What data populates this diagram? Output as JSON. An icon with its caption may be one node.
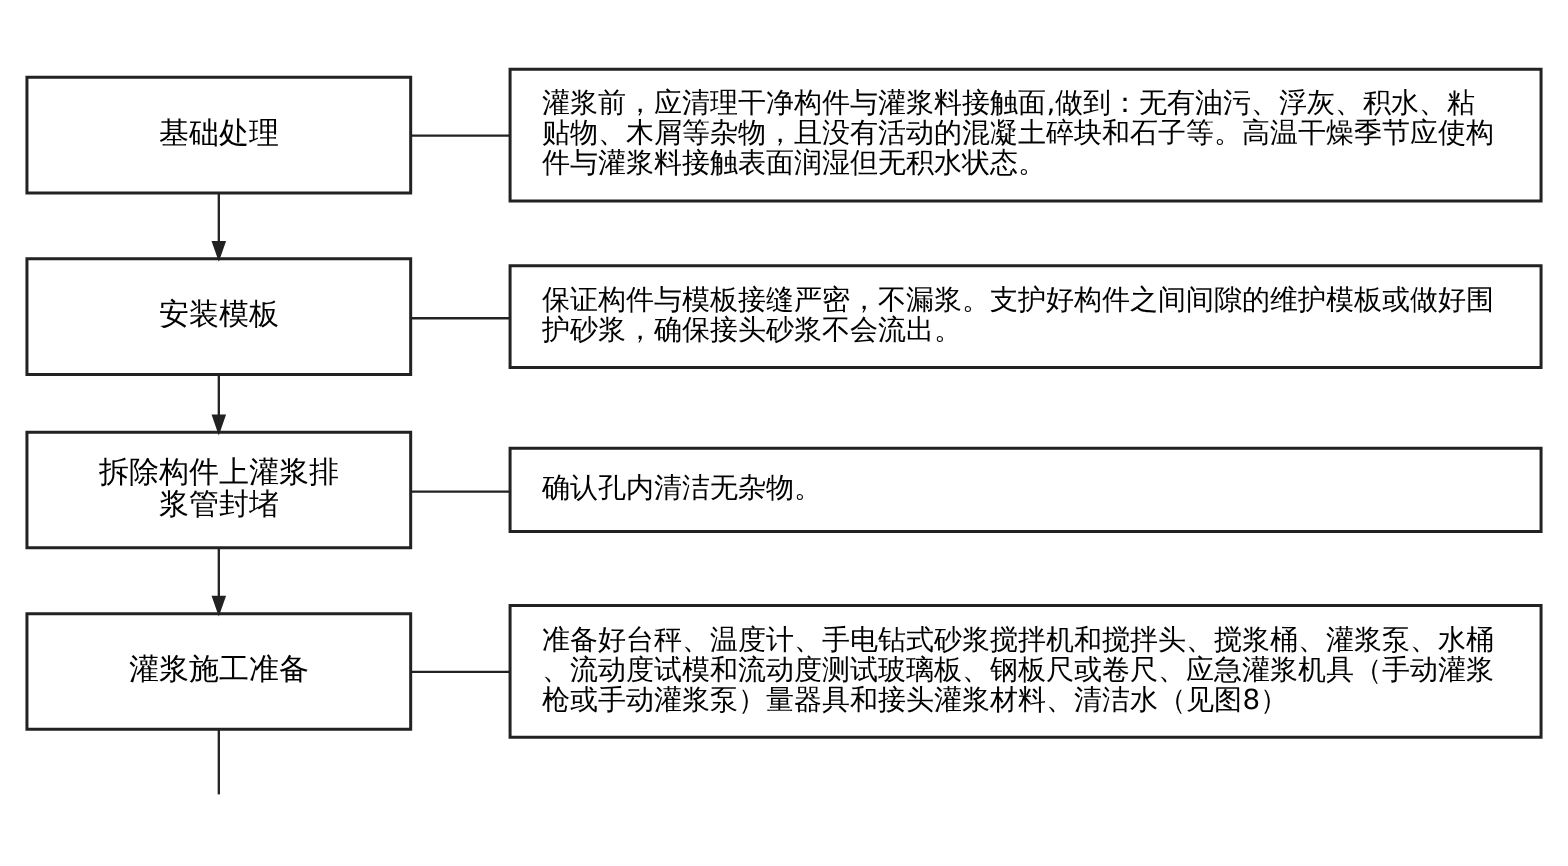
{
  "diagram": {
    "nodes": [
      {
        "text": [
          "基础处理"
        ]
      },
      {
        "text": [
          "灌浆前，应清理干净构件与灌浆料接触面,做到：无有油污、浮灰、积水、粘贴物、木屑等杂物，且没有活动的混凝土碎块和石子等。高温干燥季节应使构件与灌浆料接触表面润湿但无积水状态。"
        ]
      },
      {
        "text": [
          "安装模板"
        ]
      },
      {
        "text": [
          "保证构件与模板接缝严密，不漏浆。支护好构件之间间隙的维护模板或做好围护砂浆，确保接头砂浆不会流出。"
        ]
      },
      {
        "text": [
          "拆除构件上灌浆排浆管封堵"
        ]
      },
      {
        "text": [
          "确认孔内清洁无杂物。"
        ]
      },
      {
        "text": [
          "灌浆施工准备"
        ]
      },
      {
        "text": [
          "准备好台秤、温度计、手电钻式砂浆搅拌机和搅拌头、搅浆桶、灌浆泵、水桶、流动度试模和流动度测试玻璃板、钢板尺或卷尺、应急灌浆机具（手动灌浆枪或手动灌浆泵）量器具和接头灌浆材料、清洁水（见图8）"
        ]
      }
    ],
    "edges": [
      {
        "from": 0,
        "to": 1,
        "arrow": "none"
      },
      {
        "from": 0,
        "to": 2,
        "arrow": "to"
      },
      {
        "from": 2,
        "to": 3,
        "arrow": "none"
      },
      {
        "from": 2,
        "to": 4,
        "arrow": "to"
      },
      {
        "from": 4,
        "to": 5,
        "arrow": "none"
      },
      {
        "from": 4,
        "to": 6,
        "arrow": "to"
      },
      {
        "from": 6,
        "to": 7,
        "arrow": "none"
      },
      {
        "from": 6,
        "to": null,
        "arrow": "none"
      }
    ]
  }
}
